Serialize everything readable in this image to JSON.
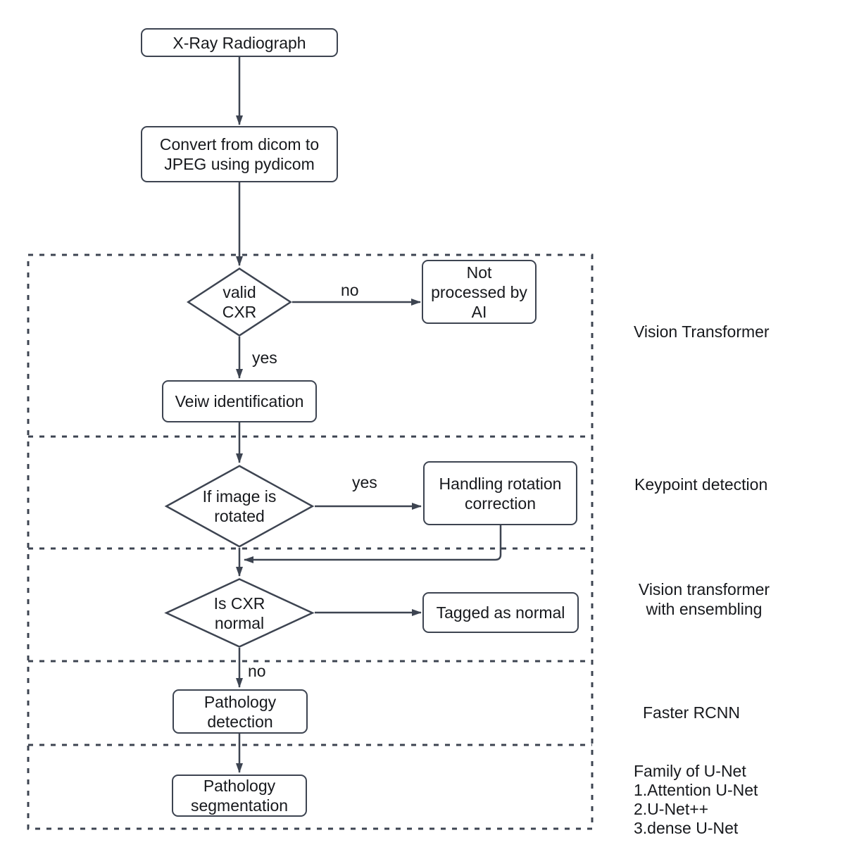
{
  "diagram": {
    "nodes": {
      "xray": {
        "label": "X-Ray Radiograph"
      },
      "convert": {
        "label": "Convert from dicom to JPEG using pydicom"
      },
      "valid_cxr": {
        "label": "valid CXR"
      },
      "not_processed": {
        "label": "Not processed by AI"
      },
      "view_identification": {
        "label": "Veiw identification"
      },
      "image_rotated": {
        "label": "If image is rotated"
      },
      "handling_rotation": {
        "label": "Handling rotation correction"
      },
      "is_cxr_normal": {
        "label": "Is CXR normal"
      },
      "tagged_normal": {
        "label": "Tagged as normal"
      },
      "pathology_detection": {
        "label": "Pathology detection"
      },
      "pathology_segmentation": {
        "label": "Pathology segmentation"
      }
    },
    "edge_labels": {
      "valid_no": "no",
      "valid_yes": "yes",
      "rotated_yes": "yes",
      "normal_no": "no"
    },
    "section_labels": {
      "vision_transformer": "Vision Transformer",
      "keypoint_detection": "Keypoint detection",
      "vit_ensembling": "Vision transformer with ensembling",
      "faster_rcnn": "Faster RCNN",
      "unet_family": [
        "Family of U-Net",
        "1.Attention U-Net",
        "2.U-Net++",
        "3.dense U-Net"
      ]
    },
    "colors": {
      "stroke": "#3d4451",
      "text": "#17191d",
      "background": "#ffffff"
    }
  }
}
